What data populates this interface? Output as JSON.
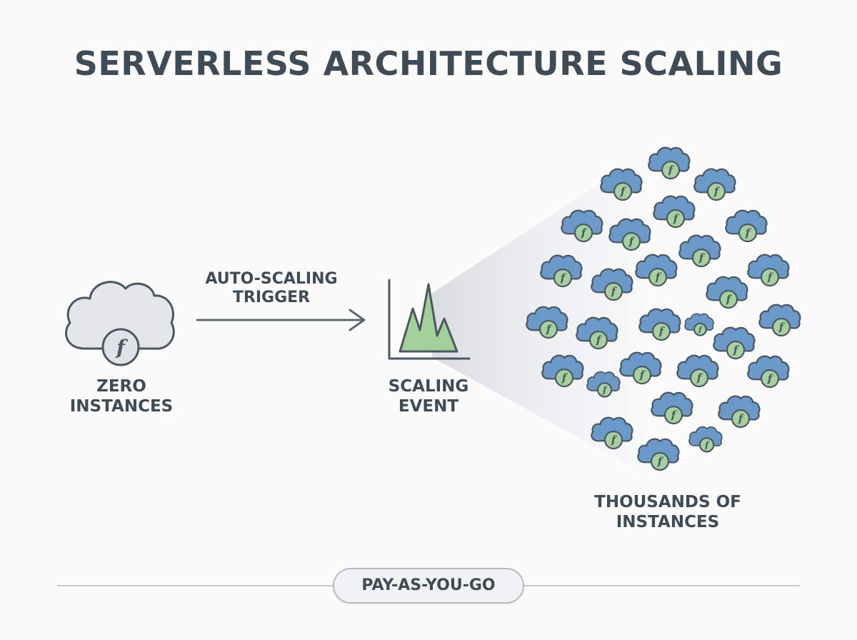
{
  "diagram": {
    "title": "SERVERLESS ARCHITECTURE SCALING",
    "zero_label": [
      "ZERO",
      "INSTANCES"
    ],
    "trigger_label": [
      "AUTO-SCALING",
      "TRIGGER"
    ],
    "event_label": [
      "SCALING",
      "EVENT"
    ],
    "thousands_label": [
      "THOUSANDS OF",
      "INSTANCES"
    ],
    "footer": "PAY-AS-YOU-GO",
    "function_symbol": "f",
    "icons": {
      "idle_cloud": "cloud-icon",
      "function": "function-icon",
      "spike_chart": "spike-chart-icon",
      "instance_cloud": "cloud-icon"
    },
    "colors": {
      "text": "#3f4b57",
      "idle_cloud_fill": "#e3e5e8",
      "instance_cloud_fill": "#6b9ac9",
      "function_badge_fill": "#a6d19f",
      "spike_fill": "#9ccb93",
      "outline": "#4b5763"
    }
  }
}
